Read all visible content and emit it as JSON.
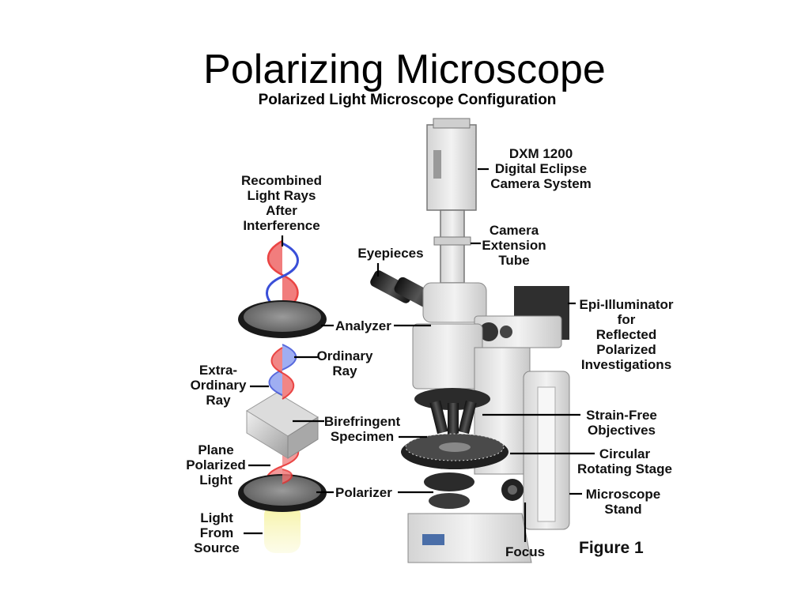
{
  "slide": {
    "title": "Polarizing Microscope"
  },
  "figure": {
    "title": "Polarized Light Microscope Configuration",
    "caption": "Figure 1"
  },
  "labels": {
    "recombined": [
      "Recombined",
      "Light Rays",
      "After",
      "Interference"
    ],
    "analyzer": "Analyzer",
    "ordinary_ray": [
      "Ordinary",
      "Ray"
    ],
    "extraordinary_ray": [
      "Extra-",
      "Ordinary",
      "Ray"
    ],
    "birefringent": [
      "Birefringent",
      "Specimen"
    ],
    "plane_polarized": [
      "Plane",
      "Polarized",
      "Light"
    ],
    "polarizer": "Polarizer",
    "light_source": [
      "Light",
      "From",
      "Source"
    ],
    "camera_system": [
      "DXM 1200",
      "Digital Eclipse",
      "Camera System"
    ],
    "camera_tube": [
      "Camera",
      "Extension",
      "Tube"
    ],
    "eyepieces": "Eyepieces",
    "epi_illuminator": [
      "Epi-Illuminator",
      "for",
      "Reflected",
      "Polarized",
      "Investigations"
    ],
    "objectives": [
      "Strain-Free",
      "Objectives"
    ],
    "stage": [
      "Circular",
      "Rotating Stage"
    ],
    "stand": [
      "Microscope",
      "Stand"
    ],
    "focus": "Focus"
  },
  "colors": {
    "wave_red": "#e8302f",
    "wave_blue": "#3a4fd8",
    "microscope_body": "#e6e6e6",
    "dark_parts": "#2b2b2b",
    "light_glow": "#f3f08a"
  }
}
